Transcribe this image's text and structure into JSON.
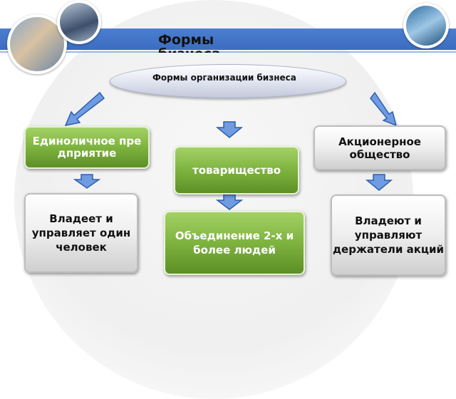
{
  "title": "Формы бизнеса",
  "root": {
    "label": "Формы организации бизнеса"
  },
  "branches": [
    {
      "type": "Единоличное предприятие",
      "description": "Владеет и управляет один человек"
    },
    {
      "type": "товарищество",
      "description": "Объединение 2-х и более людей"
    },
    {
      "type": "Акционерное общество",
      "description": "Владеют и управляют держатели акций"
    }
  ],
  "colors": {
    "header_band": "#4c7fd0",
    "arrow_fill": "#6f9be2",
    "green_box": "#7eb33f",
    "grey_box": "#eeeeee"
  }
}
